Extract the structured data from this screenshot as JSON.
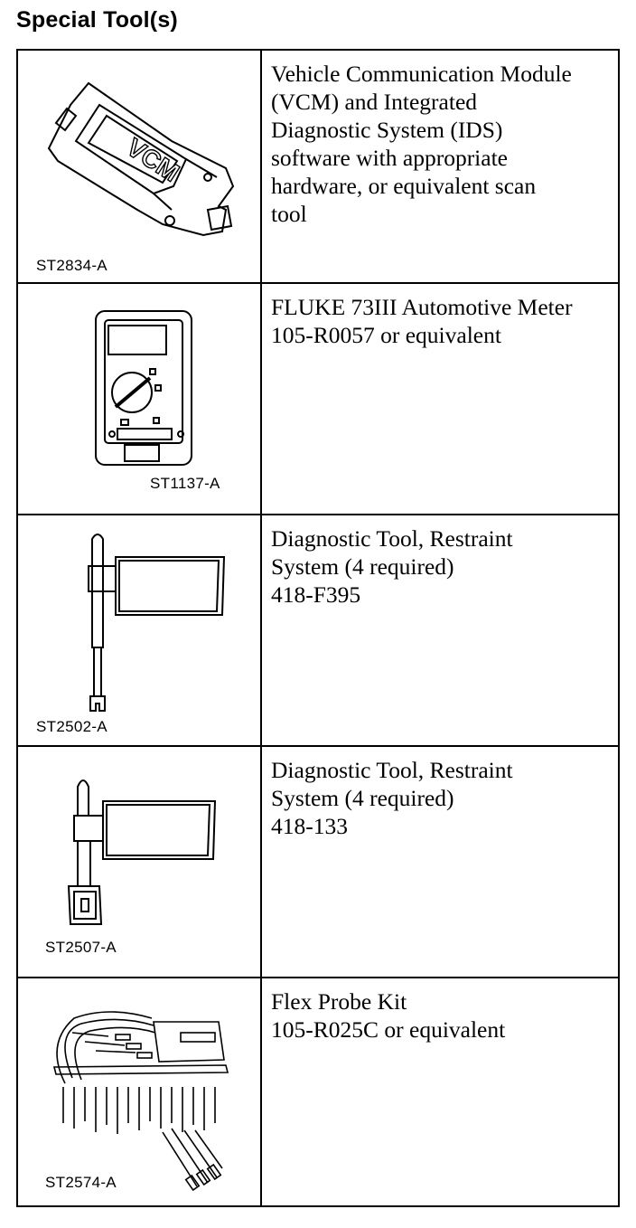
{
  "title": "Special Tool(s)",
  "tools": [
    {
      "code": "ST2834-A",
      "lines": [
        "Vehicle Communication Module",
        "(VCM) and Integrated",
        "Diagnostic System (IDS)",
        "software with appropriate",
        "hardware, or equivalent scan",
        "tool"
      ],
      "illustration_text": "VCM"
    },
    {
      "code": "ST1137-A",
      "lines": [
        "FLUKE 73III Automotive Meter",
        "105-R0057 or equivalent"
      ]
    },
    {
      "code": "ST2502-A",
      "lines": [
        "Diagnostic Tool, Restraint",
        "System (4 required)",
        "418-F395"
      ]
    },
    {
      "code": "ST2507-A",
      "lines": [
        "Diagnostic Tool, Restraint",
        "System (4 required)",
        "418-133"
      ]
    },
    {
      "code": "ST2574-A",
      "lines": [
        "Flex Probe Kit",
        "105-R025C or equivalent"
      ]
    }
  ]
}
